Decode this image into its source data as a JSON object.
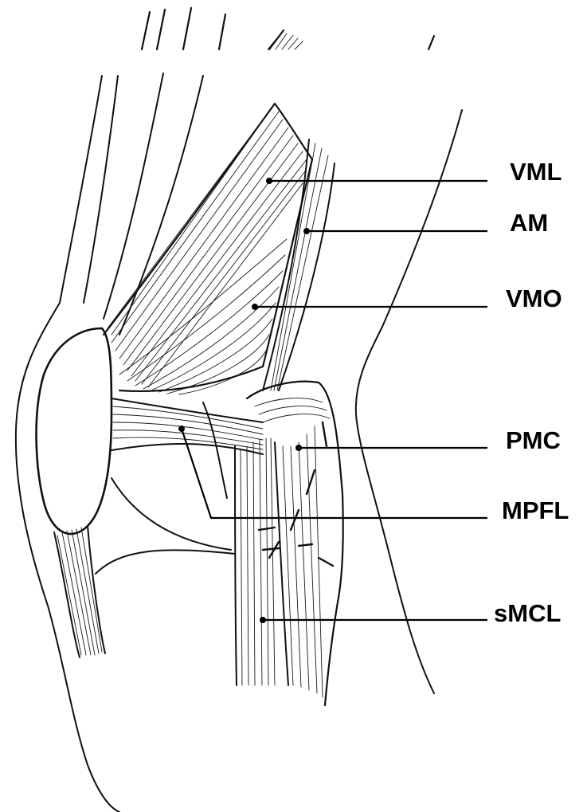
{
  "diagram": {
    "labels": [
      {
        "id": "vml",
        "text": "VML"
      },
      {
        "id": "am",
        "text": "AM"
      },
      {
        "id": "vmo",
        "text": "VMO"
      },
      {
        "id": "pmc",
        "text": "PMC"
      },
      {
        "id": "mpfl",
        "text": "MPFL"
      },
      {
        "id": "smcl",
        "text": "sMCL"
      }
    ],
    "colors": {
      "ink": "#000000",
      "paper": "#ffffff"
    }
  }
}
